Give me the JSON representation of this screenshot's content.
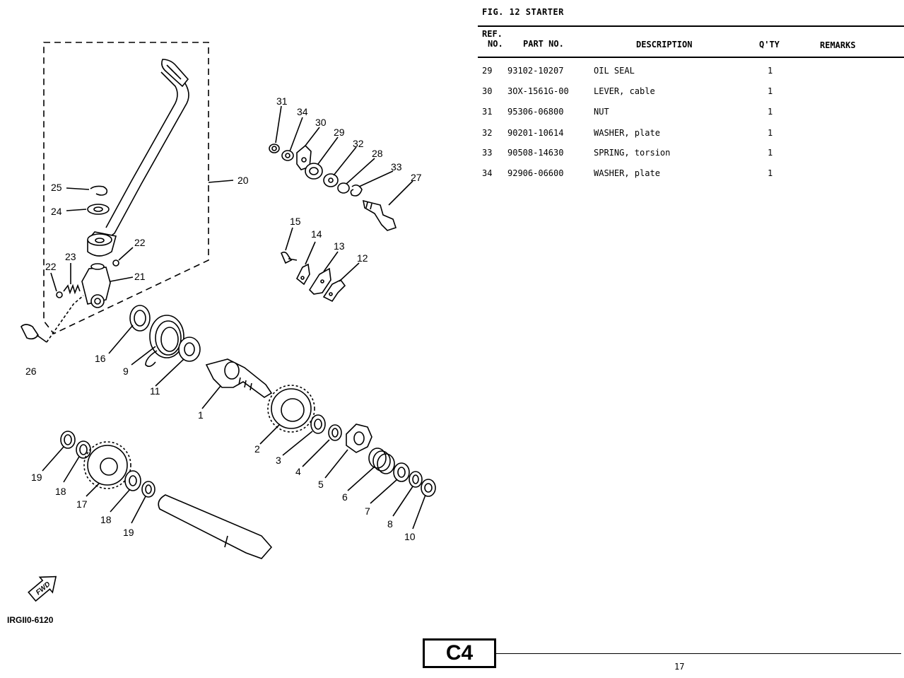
{
  "header": {
    "figure_title": "FIG. 12  STARTER"
  },
  "columns": {
    "ref_line1": "REF.",
    "ref_line2": "NO.",
    "part_no": "PART NO.",
    "description": "DESCRIPTION",
    "qty": "Q'TY",
    "remarks": "REMARKS"
  },
  "parts": [
    {
      "ref": "29",
      "part_no": "93102-10207",
      "description": "OIL SEAL",
      "qty": "1",
      "remarks": ""
    },
    {
      "ref": "30",
      "part_no": "3OX-1561G-00",
      "description": "LEVER, cable",
      "qty": "1",
      "remarks": ""
    },
    {
      "ref": "31",
      "part_no": "95306-06800",
      "description": "NUT",
      "qty": "1",
      "remarks": ""
    },
    {
      "ref": "32",
      "part_no": "90201-10614",
      "description": "WASHER, plate",
      "qty": "1",
      "remarks": ""
    },
    {
      "ref": "33",
      "part_no": "90508-14630",
      "description": "SPRING, torsion",
      "qty": "1",
      "remarks": ""
    },
    {
      "ref": "34",
      "part_no": "92906-06600",
      "description": "WASHER, plate",
      "qty": "1",
      "remarks": ""
    }
  ],
  "diagram": {
    "code": "IRGII0-6120",
    "fwd_label": "FWD",
    "callouts": [
      "31",
      "34",
      "30",
      "29",
      "32",
      "28",
      "33",
      "27",
      "20",
      "25",
      "24",
      "22",
      "23",
      "22",
      "21",
      "15",
      "14",
      "13",
      "12",
      "26",
      "16",
      "9",
      "11",
      "1",
      "2",
      "3",
      "4",
      "5",
      "6",
      "7",
      "8",
      "10",
      "19",
      "18",
      "17",
      "18",
      "19"
    ]
  },
  "footer": {
    "section_badge": "C4",
    "page_number": "17"
  }
}
